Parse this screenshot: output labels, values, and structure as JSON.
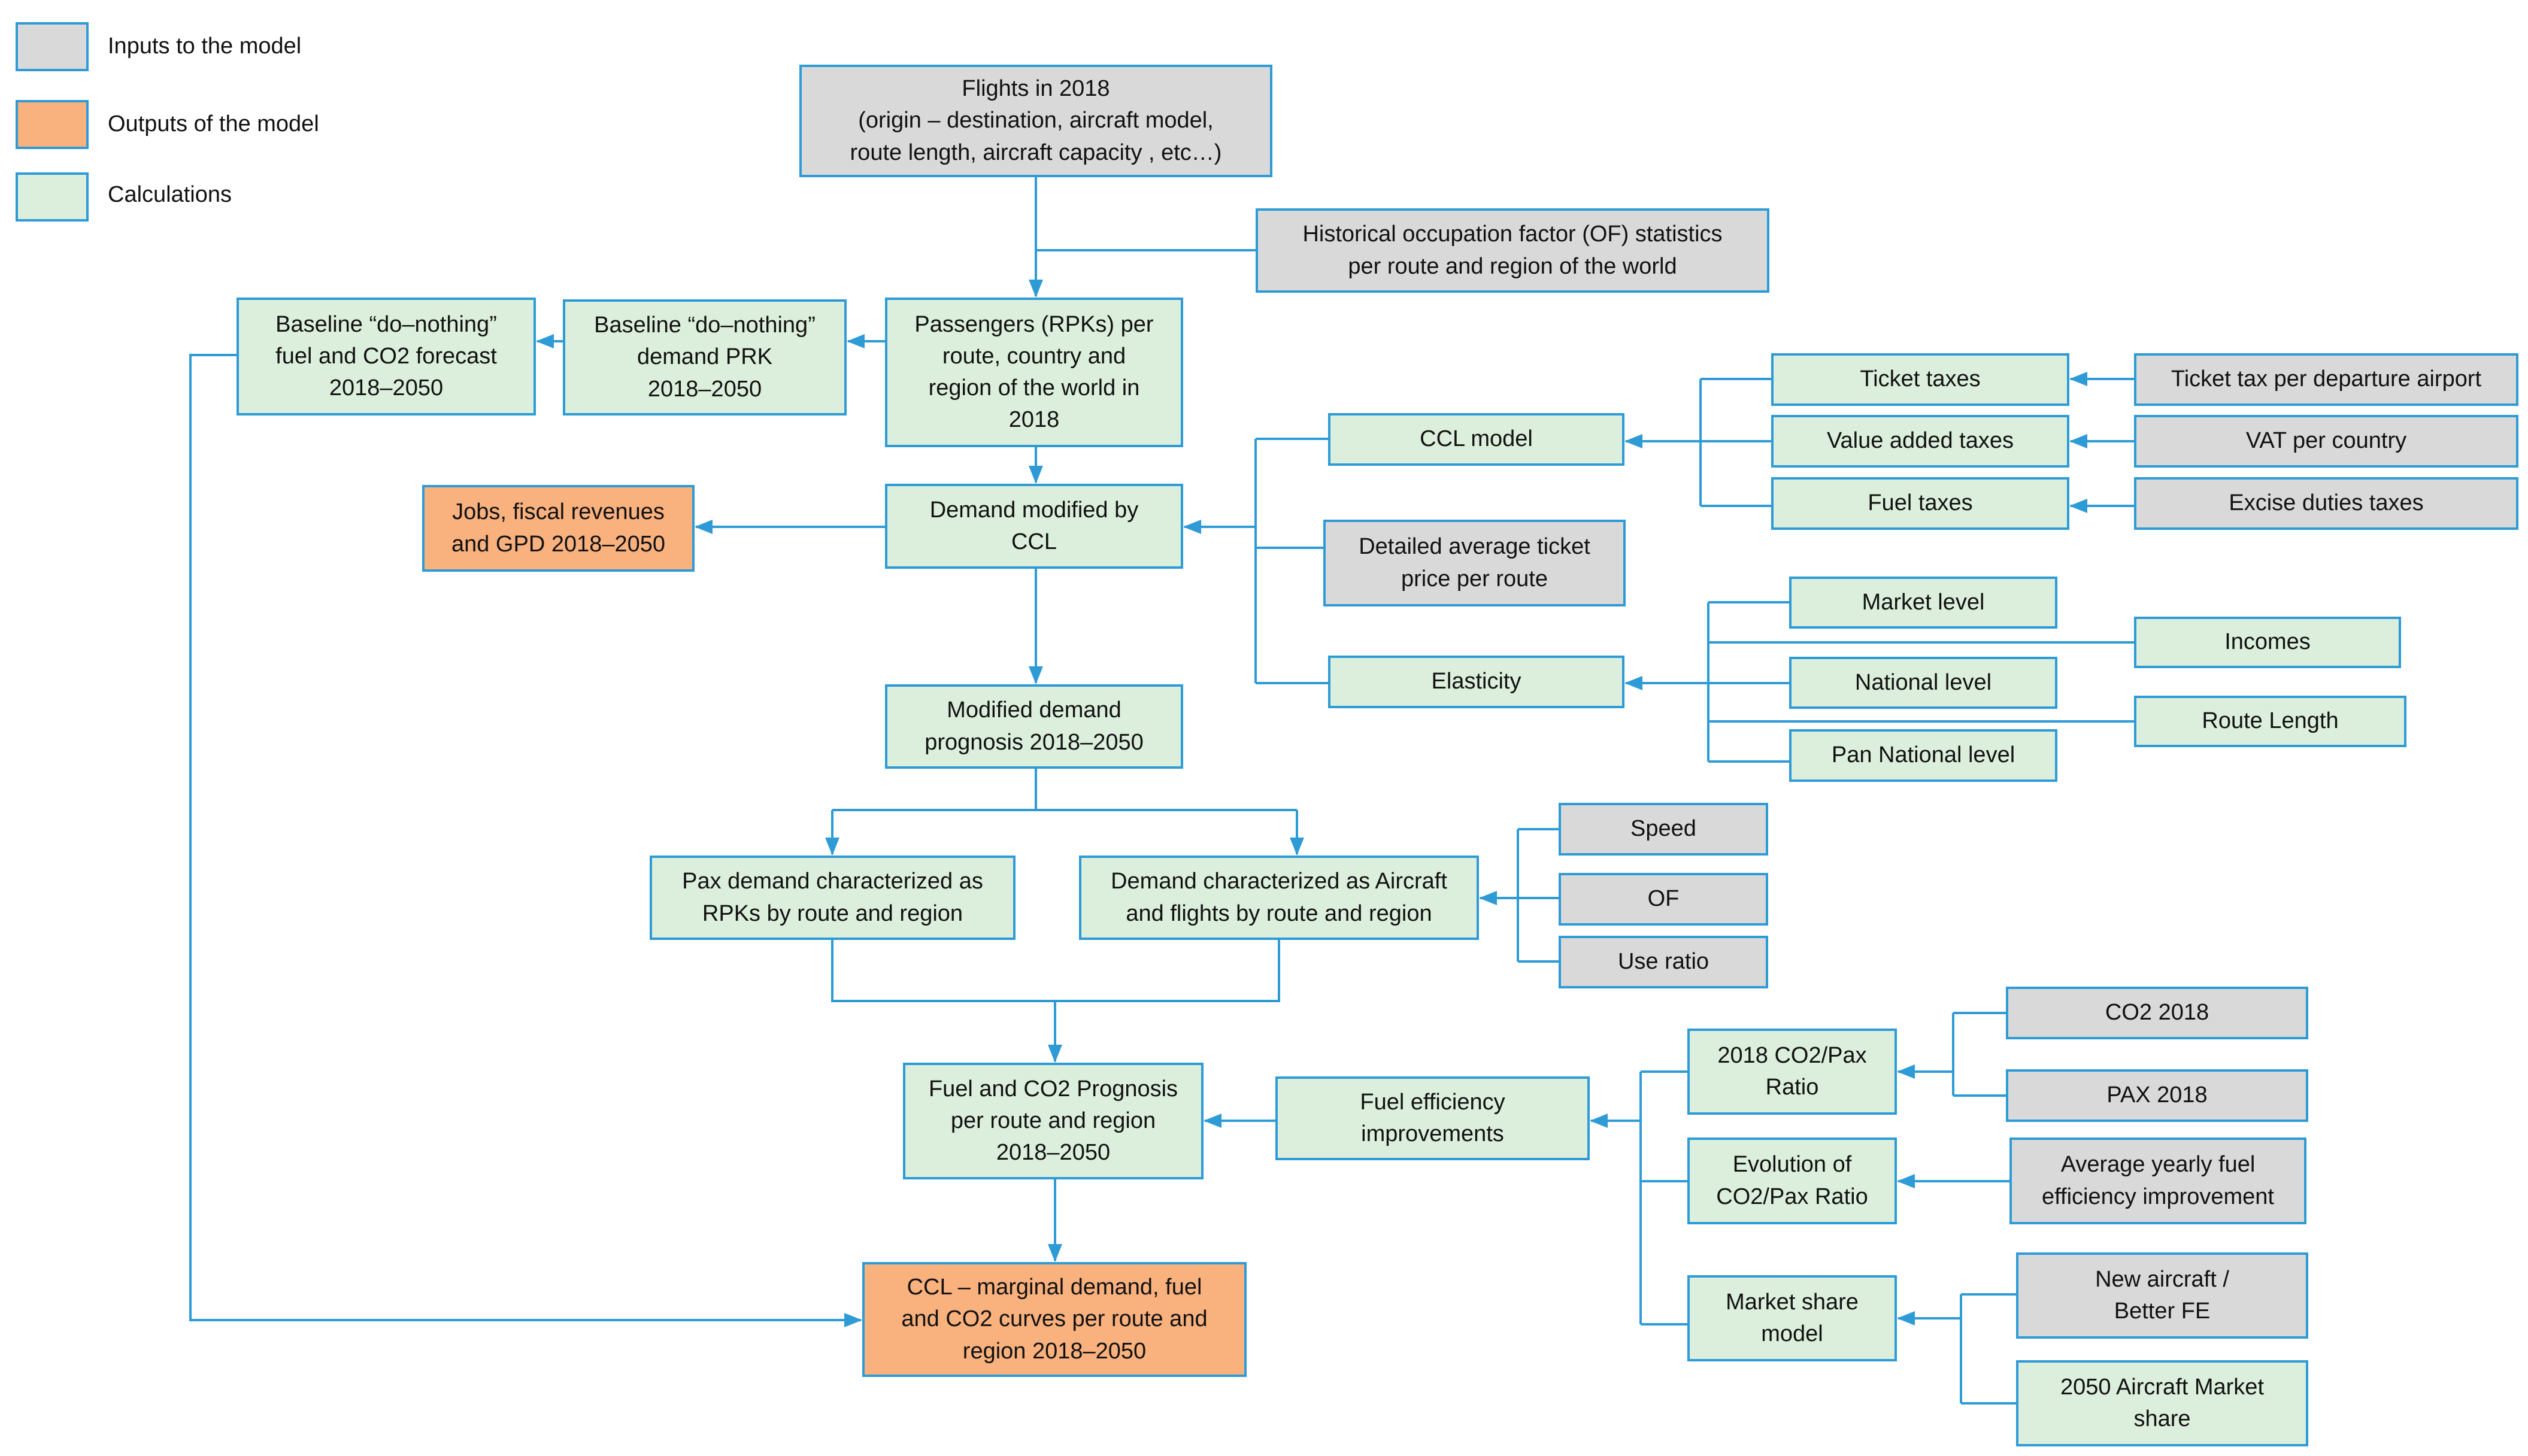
{
  "legend": {
    "inputs": "Inputs to the model",
    "outputs": "Outputs of the model",
    "calculations": "Calculations"
  },
  "nodes": {
    "flights": [
      "Flights in   2018",
      "(origin – destination, aircraft model,",
      "route length, aircraft capacity , etc…)"
    ],
    "occupation": [
      "Historical occupation factor  (OF) statistics",
      "per route and region of the world"
    ],
    "fuel_baseline": [
      "Baseline “do–nothing”",
      "fuel and CO2 forecast",
      "2018–2050"
    ],
    "demand_baseline": [
      "Baseline “do–nothing”",
      "demand PRK",
      "2018–2050"
    ],
    "passengers": [
      "Passengers (RPKs) per",
      "route, country and",
      "region of the world  in",
      "2018"
    ],
    "jobs": [
      "Jobs, fiscal revenues",
      "and GPD 2018–2050"
    ],
    "demand_ccl": [
      "Demand modified by",
      "CCL"
    ],
    "ccl_model": [
      "CCL model"
    ],
    "ticket_taxes": [
      "Ticket taxes"
    ],
    "vat": [
      "Value added taxes"
    ],
    "fuel_taxes": [
      "Fuel  taxes"
    ],
    "ticket_tax_airport": [
      "Ticket tax per departure airport"
    ],
    "vat_country": [
      "VAT per country"
    ],
    "excise": [
      "Excise duties taxes"
    ],
    "ticket_price": [
      "Detailed  average ticket",
      "price per route"
    ],
    "elasticity": [
      "Elasticity"
    ],
    "market_level": [
      "Market level"
    ],
    "national_level": [
      "National level"
    ],
    "pan_national": [
      "Pan National level"
    ],
    "incomes": [
      "Incomes"
    ],
    "route_length": [
      "Route Length"
    ],
    "modified_prognosis": [
      "Modified demand",
      "prognosis 2018–2050"
    ],
    "pax_demand": [
      "Pax demand characterized as",
      "RPKs by route and region"
    ],
    "aircraft_demand": [
      "Demand characterized as Aircraft",
      "and flights  by route and region"
    ],
    "speed": [
      "Speed"
    ],
    "of": [
      "OF"
    ],
    "use_ratio": [
      "Use ratio"
    ],
    "co2_2018": [
      "CO2 2018"
    ],
    "pax_2018": [
      "PAX 2018"
    ],
    "ratio_2018": [
      "2018 CO2/Pax",
      "Ratio"
    ],
    "fuel_prognosis": [
      "Fuel and CO2 Prognosis",
      "per route and region",
      "2018–2050"
    ],
    "fuel_efficiency": [
      "Fuel efficiency",
      "improvements"
    ],
    "evolution": [
      "Evolution  of",
      "CO2/Pax Ratio"
    ],
    "avg_fuel": [
      "Average yearly fuel",
      "efficiency improvement"
    ],
    "market_share": [
      "Market share",
      "model"
    ],
    "new_aircraft": [
      "New aircraft /",
      "Better FE"
    ],
    "market_2050": [
      "2050 Aircraft Market",
      "share"
    ],
    "ccl_curves": [
      "CCL – marginal demand, fuel",
      "and CO2 curves per route and",
      "region 2018–2050"
    ]
  },
  "colors": {
    "input_fill": "#d9d9d9",
    "output_fill": "#f9b17e",
    "calculation_fill": "#dcefdc",
    "border": "#2e9bd6",
    "connector": "#2e9bd6"
  }
}
